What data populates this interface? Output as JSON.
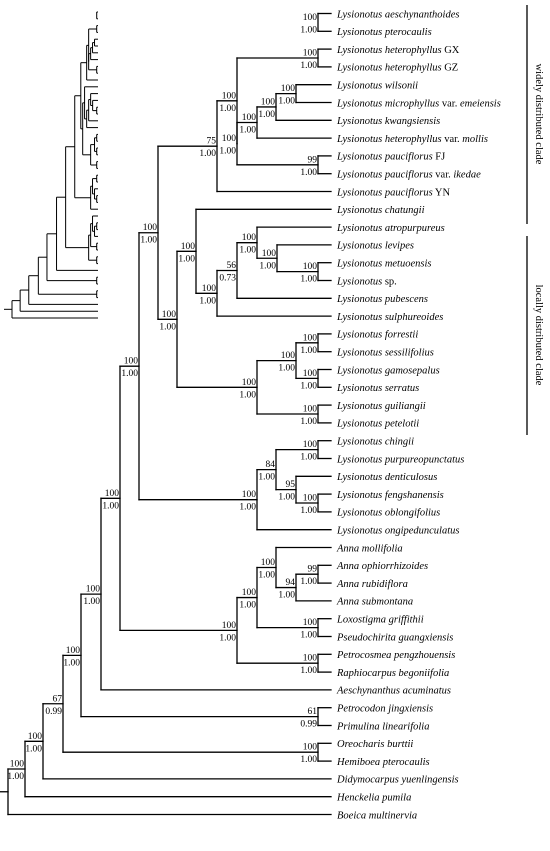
{
  "colors": {
    "black": "#000000",
    "green": "#22a822",
    "red": "#e8212a"
  },
  "clades": [
    {
      "id": "wide",
      "label": "widely distributed clade"
    },
    {
      "id": "local",
      "label": "locally distributed clade"
    }
  ],
  "taxa": [
    {
      "id": "t0",
      "name": "Lysionotus aeschynanthoides",
      "color": "black"
    },
    {
      "id": "t1",
      "name": "Lysionotus pterocaulis",
      "color": "black"
    },
    {
      "id": "t2",
      "name": "Lysionotus heterophyllus",
      "upright": " GX",
      "color": "black"
    },
    {
      "id": "t3",
      "name": "Lysionotus heterophyllus",
      "upright": " GZ",
      "color": "black"
    },
    {
      "id": "t4",
      "name": "Lysionotus wilsonii",
      "color": "black"
    },
    {
      "id": "t5",
      "name": "Lysionotus microphyllus",
      "upright": " var. ",
      "name2": "emeiensis",
      "color": "black"
    },
    {
      "id": "t6",
      "name": "Lysionotus kwangsiensis",
      "color": "black"
    },
    {
      "id": "t7",
      "name": "Lysionotus heterophyllus",
      "upright": " var. ",
      "name2": "mollis",
      "color": "black"
    },
    {
      "id": "t8",
      "name": "Lysionotus pauciflorus",
      "upright": " FJ",
      "color": "black"
    },
    {
      "id": "t9",
      "name": "Lysionotus pauciflorus",
      "upright": " var. ",
      "name2": "ikedae",
      "color": "black"
    },
    {
      "id": "t10",
      "name": "Lysionotus pauciflorus",
      "upright": " YN",
      "color": "black"
    },
    {
      "id": "t11",
      "name": "Lysionotus chatungii",
      "color": "black"
    },
    {
      "id": "t12",
      "name": "Lysionotus atropurpureus",
      "color": "black"
    },
    {
      "id": "t13",
      "name": "Lysionotus levipes",
      "color": "black"
    },
    {
      "id": "t14",
      "name": "Lysionotus metuoensis",
      "color": "black"
    },
    {
      "id": "t15",
      "name": "Lysionotus",
      "upright": " sp.",
      "color": "black"
    },
    {
      "id": "t16",
      "name": "Lysionotus pubescens",
      "color": "black"
    },
    {
      "id": "t17",
      "name": "Lysionotus sulphureoides",
      "color": "black"
    },
    {
      "id": "t18",
      "name": "Lysionotus forrestii",
      "color": "black"
    },
    {
      "id": "t19",
      "name": "Lysionotus sessilifolius",
      "color": "black"
    },
    {
      "id": "t20",
      "name": "Lysionotus gamosepalus",
      "color": "black"
    },
    {
      "id": "t21",
      "name": "Lysionotus serratus",
      "color": "black"
    },
    {
      "id": "t22",
      "name": "Lysionotus guiliangii",
      "color": "black"
    },
    {
      "id": "t23",
      "name": "Lysionotus petelotii",
      "color": "black"
    },
    {
      "id": "t24",
      "name": "Lysionotus chingii",
      "color": "green"
    },
    {
      "id": "t25",
      "name": "Lysionotus purpureopunctatus",
      "color": "green"
    },
    {
      "id": "t26",
      "name": "Lysionotus denticulosus",
      "color": "green"
    },
    {
      "id": "t27",
      "name": "Lysionotus fengshanensis",
      "color": "green"
    },
    {
      "id": "t28",
      "name": "Lysionotus oblongifolius",
      "color": "green"
    },
    {
      "id": "t29",
      "name": "Lysionotus ongipedunculatus",
      "color": "green"
    },
    {
      "id": "t30",
      "name": "Anna mollifolia",
      "color": "red"
    },
    {
      "id": "t31",
      "name": "Anna ophiorrhizoides",
      "color": "red"
    },
    {
      "id": "t32",
      "name": "Anna rubidiflora",
      "color": "red"
    },
    {
      "id": "t33",
      "name": "Anna submontana",
      "color": "red"
    },
    {
      "id": "t34",
      "name": "Loxostigma griffithii",
      "color": "black"
    },
    {
      "id": "t35",
      "name": "Pseudochirita guangxiensis",
      "color": "black"
    },
    {
      "id": "t36",
      "name": "Petrocosmea pengzhouensis",
      "color": "black"
    },
    {
      "id": "t37",
      "name": "Raphiocarpus begoniifolia",
      "color": "black"
    },
    {
      "id": "t38",
      "name": "Aeschynanthus acuminatus",
      "color": "black"
    },
    {
      "id": "t39",
      "name": "Petrocodon jingxiensis",
      "color": "black"
    },
    {
      "id": "t40",
      "name": "Primulina linearifolia",
      "color": "black"
    },
    {
      "id": "t41",
      "name": "Oreocharis burttii",
      "color": "black"
    },
    {
      "id": "t42",
      "name": "Hemiboea pterocaulis",
      "color": "black"
    },
    {
      "id": "t43",
      "name": "Didymocarpus yuenlingensis",
      "color": "black"
    },
    {
      "id": "t44",
      "name": "Henckelia pumila",
      "color": "black"
    },
    {
      "id": "t45",
      "name": "Boeica multinervia",
      "color": "black"
    }
  ],
  "nodes": [
    {
      "id": "n0",
      "bs": "100",
      "pp": "1.00"
    },
    {
      "id": "n1",
      "bs": "100",
      "pp": "1.00"
    },
    {
      "id": "n2",
      "bs": "100",
      "pp": "1.00"
    },
    {
      "id": "n3",
      "bs": "100",
      "pp": "1.00"
    },
    {
      "id": "n4",
      "bs": "99",
      "pp": "1.00"
    },
    {
      "id": "n5",
      "bs": "100",
      "pp": "1.00"
    },
    {
      "id": "n6",
      "bs": "100",
      "pp": "1.00"
    },
    {
      "id": "n7",
      "bs": "100",
      "pp": "1.00"
    },
    {
      "id": "n8",
      "bs": "75",
      "pp": "1.00"
    },
    {
      "id": "n9",
      "bs": "100",
      "pp": "1.00"
    },
    {
      "id": "n10",
      "bs": "100",
      "pp": "1.00"
    },
    {
      "id": "n11",
      "bs": "100",
      "pp": "1.00"
    },
    {
      "id": "n12",
      "bs": "56",
      "pp": "0.73"
    },
    {
      "id": "n13",
      "bs": "100",
      "pp": "1.00"
    },
    {
      "id": "n14",
      "bs": "100",
      "pp": "1.00"
    },
    {
      "id": "n15",
      "bs": "100",
      "pp": "1.00"
    },
    {
      "id": "n16",
      "bs": "100",
      "pp": "1.00"
    },
    {
      "id": "n17",
      "bs": "100",
      "pp": "1.00"
    },
    {
      "id": "n18",
      "bs": "100",
      "pp": "1.00"
    },
    {
      "id": "n19",
      "bs": "100",
      "pp": "1.00"
    },
    {
      "id": "n20",
      "bs": "100",
      "pp": "1.00"
    },
    {
      "id": "n21",
      "bs": "100",
      "pp": "1.00"
    },
    {
      "id": "n22",
      "bs": "100",
      "pp": "1.00"
    },
    {
      "id": "n23",
      "bs": "100",
      "pp": "1.00"
    },
    {
      "id": "n24",
      "bs": "95",
      "pp": "1.00"
    },
    {
      "id": "n25",
      "bs": "84",
      "pp": "1.00"
    },
    {
      "id": "n26",
      "bs": "100",
      "pp": "1.00"
    },
    {
      "id": "n27",
      "bs": "100",
      "pp": "1.00"
    },
    {
      "id": "n28",
      "bs": "99",
      "pp": "1.00"
    },
    {
      "id": "n29",
      "bs": "94",
      "pp": "1.00"
    },
    {
      "id": "n30",
      "bs": "100",
      "pp": "1.00"
    },
    {
      "id": "n31",
      "bs": "100",
      "pp": "1.00"
    },
    {
      "id": "n32",
      "bs": "100",
      "pp": "1.00"
    },
    {
      "id": "n33",
      "bs": "100",
      "pp": "1.00"
    },
    {
      "id": "n34",
      "bs": "100",
      "pp": "1.00"
    },
    {
      "id": "n35",
      "bs": "100",
      "pp": "1.00"
    },
    {
      "id": "n36",
      "bs": "100",
      "pp": "1.00"
    },
    {
      "id": "n37",
      "bs": "61",
      "pp": "0.99"
    },
    {
      "id": "n38",
      "bs": "100",
      "pp": "1.00"
    },
    {
      "id": "n39",
      "bs": "100",
      "pp": "1.00"
    },
    {
      "id": "n40",
      "bs": "67",
      "pp": "0.99"
    },
    {
      "id": "n41",
      "bs": "100",
      "pp": "1.00"
    },
    {
      "id": "n42",
      "bs": "100",
      "pp": "1.00"
    }
  ]
}
